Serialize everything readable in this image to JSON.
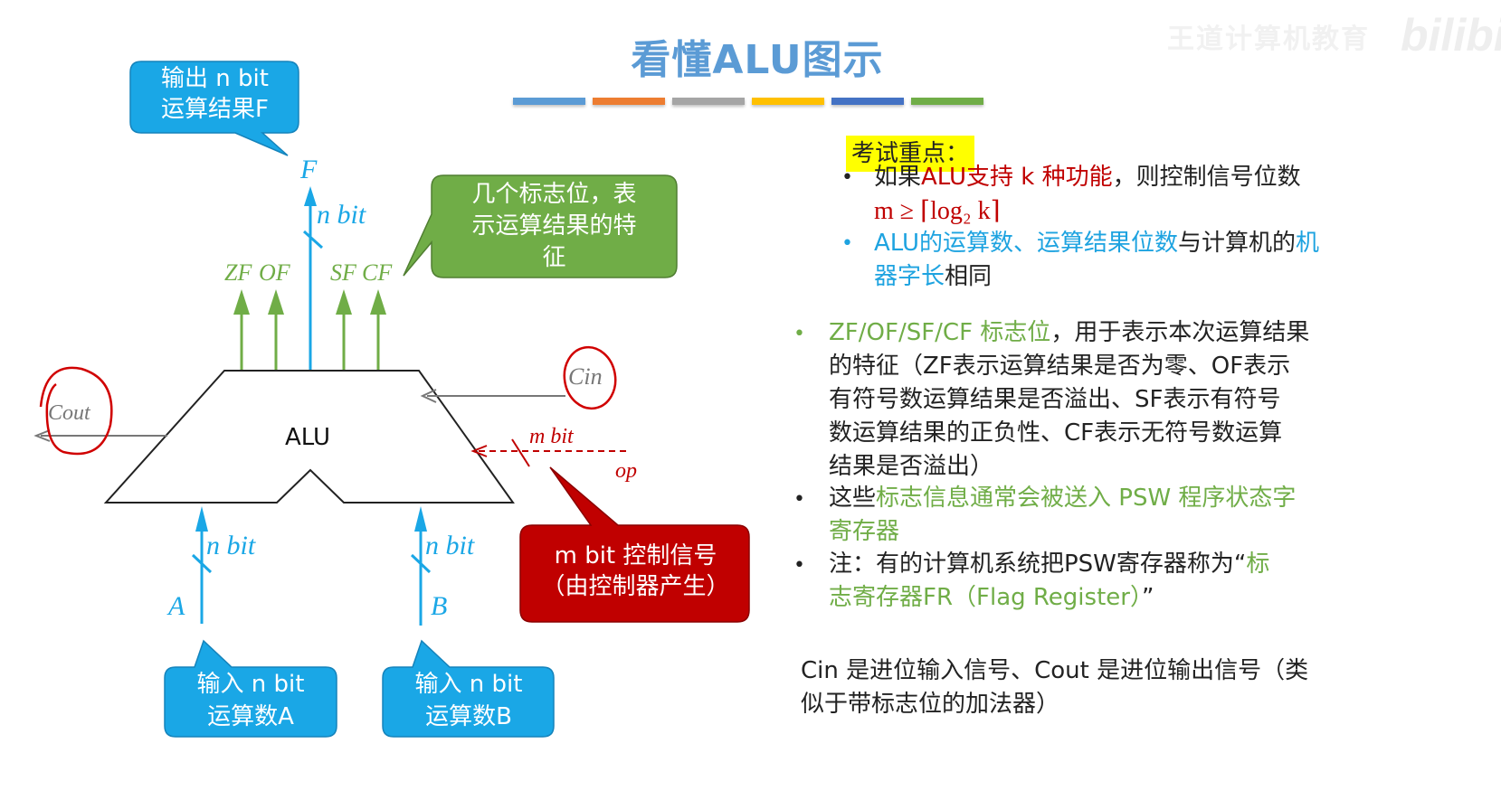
{
  "header": {
    "title": "看懂ALU图示",
    "watermark_text": "王道计算机教育",
    "watermark_logo": "bilibili",
    "color_bars": [
      "#5b9bd5",
      "#ed7d31",
      "#a5a5a5",
      "#ffc000",
      "#4472c4",
      "#70ad47"
    ]
  },
  "diagram": {
    "alu_label": "ALU",
    "output_label": "F",
    "output_width": "n bit",
    "flags": [
      "ZF",
      "OF",
      "SF",
      "CF"
    ],
    "cin_label": "Cin",
    "cout_label": "Cout",
    "control_width": "m bit",
    "control_label": "op",
    "input_a_label": "A",
    "input_b_label": "B",
    "input_a_width": "n bit",
    "input_b_width": "n bit",
    "callouts": {
      "output": [
        "输出 n bit",
        "运算结果F"
      ],
      "flags": [
        "几个标志位，表",
        "示运算结果的特",
        "征"
      ],
      "control": [
        "m bit 控制信号",
        "（由控制器产生）"
      ],
      "input_a": [
        "输入 n bit",
        "运算数A"
      ],
      "input_b": [
        "输入 n bit",
        "运算数B"
      ]
    },
    "colors": {
      "data": "#1aa7e6",
      "flag": "#70ad47",
      "control": "#c00000",
      "carry": "#777777",
      "annotation": "#d00000"
    }
  },
  "notes": {
    "key_label": "考试重点：",
    "b1_black1": "如果",
    "b1_red": "ALU支持 k 种功能",
    "b1_black2": "，则控制信号位数",
    "b1_formula": "m ≥ ⌈log₂ k⌉",
    "b2_blue1": "ALU的运算数、运算结果位数",
    "b2_black": "与计算机的",
    "b2_blue2_a": "机",
    "b2_blue2_b": "器字长",
    "b2_black2": "相同",
    "b3_green": "ZF/OF/SF/CF 标志位",
    "b3_line1_black": "，用于表示本次运算结果",
    "b3_line2": "的特征（ZF表示运算结果是否为零、OF表示",
    "b3_line3": "有符号数运算结果是否溢出、SF表示有符号",
    "b3_line4": "数运算结果的正负性、CF表示无符号数运算",
    "b3_line5": "结果是否溢出）",
    "b4_black": "这些",
    "b4_green1": "标志信息通常会被送入 PSW 程序状态字",
    "b4_green2": "寄存器",
    "b5_black": "注：有的计算机系统把PSW寄存器称为“",
    "b5_green_a": "标",
    "b5_green_b": "志寄存器FR（Flag Register）",
    "b5_close": "”",
    "footer_line1": "Cin 是进位输入信号、Cout 是进位输出信号（类",
    "footer_line2": "似于带标志位的加法器）"
  }
}
